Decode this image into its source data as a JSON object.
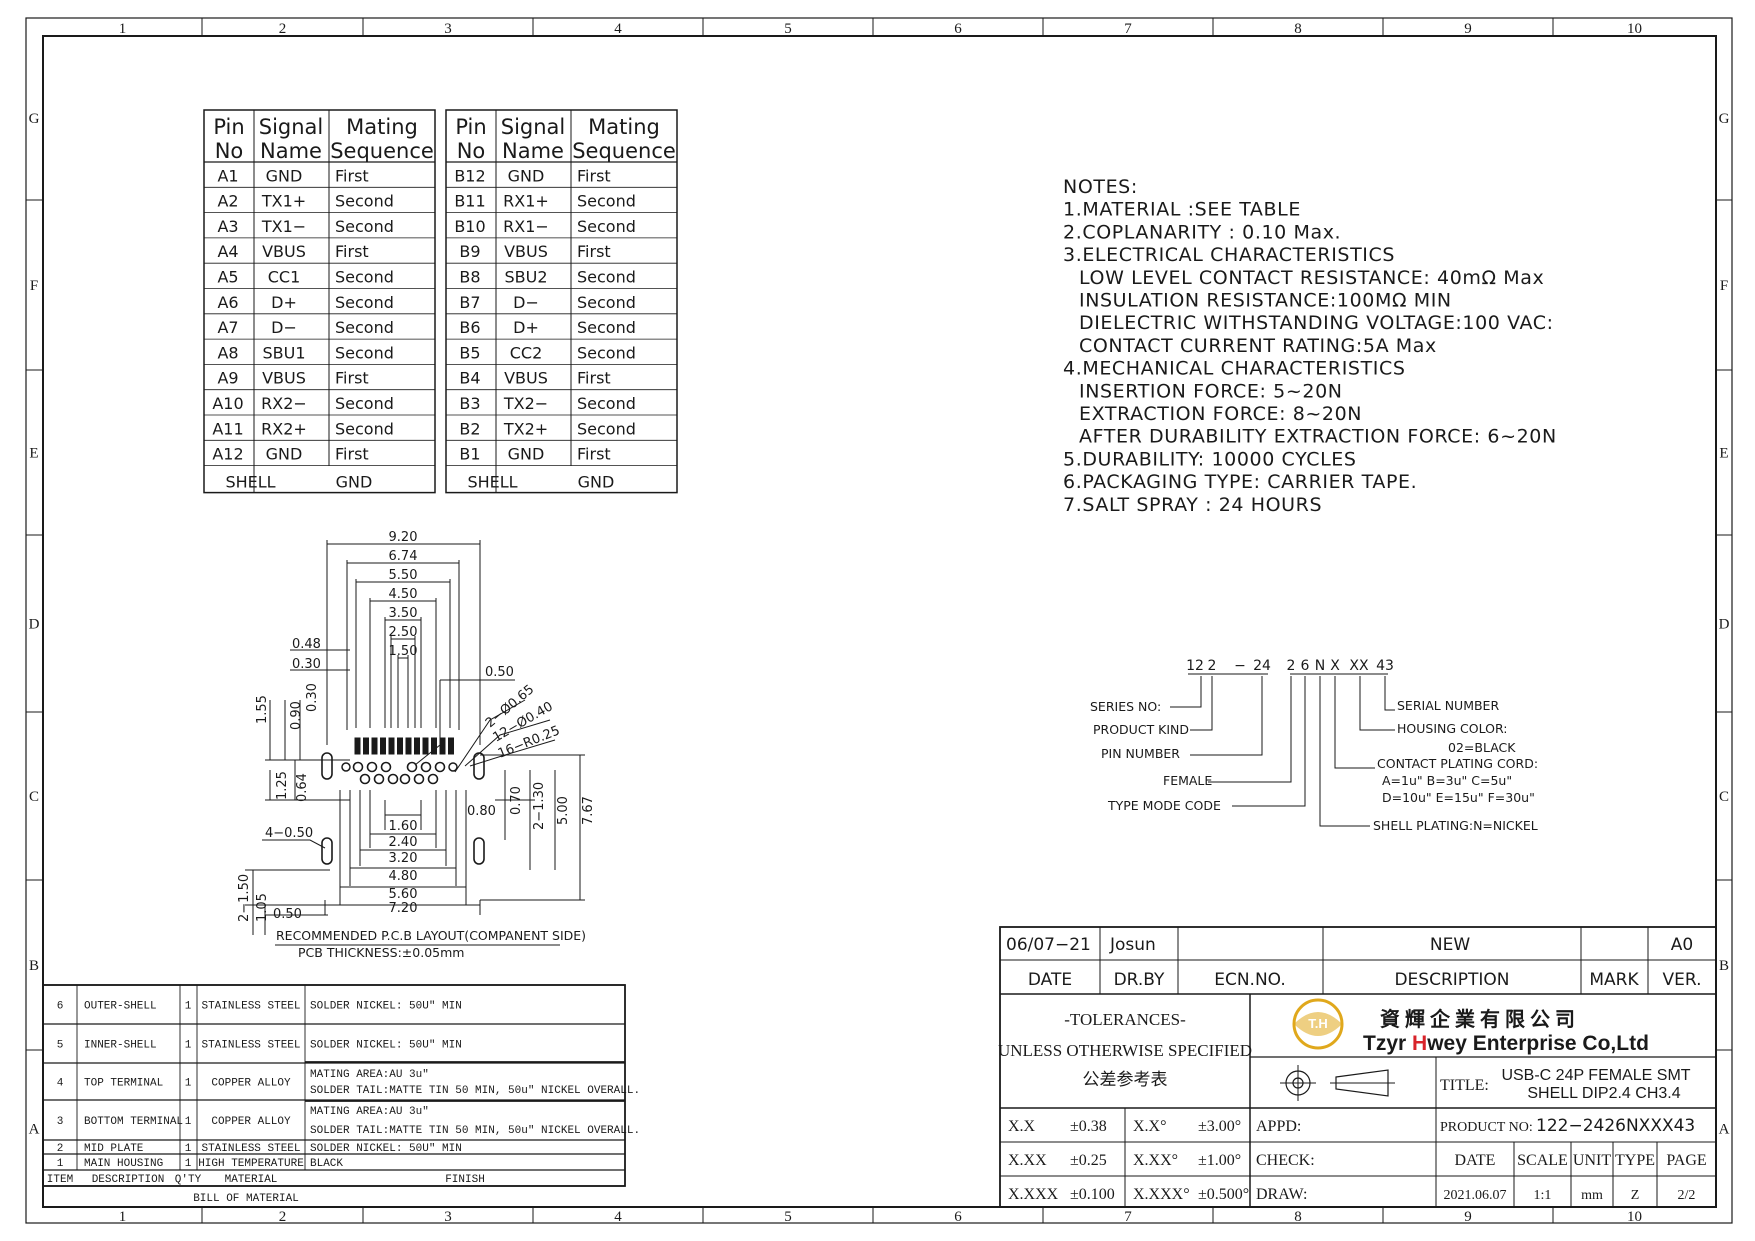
{
  "frame": {
    "cols": [
      "1",
      "2",
      "3",
      "4",
      "5",
      "6",
      "7",
      "8",
      "9",
      "10"
    ],
    "rows": [
      "G",
      "F",
      "E",
      "D",
      "C",
      "B",
      "A"
    ]
  },
  "pin_table": {
    "header": [
      "Pin No",
      "Signal Name",
      "Mating Sequence"
    ],
    "header_line1": [
      "Pin",
      "Signal",
      "Mating"
    ],
    "header_line2": [
      "No",
      "Name",
      "Sequence"
    ],
    "left_rows": [
      [
        "A1",
        "GND",
        "First"
      ],
      [
        "A2",
        "TX1+",
        "Second"
      ],
      [
        "A3",
        "TX1−",
        "Second"
      ],
      [
        "A4",
        "VBUS",
        "First"
      ],
      [
        "A5",
        "CC1",
        "Second"
      ],
      [
        "A6",
        "D+",
        "Second"
      ],
      [
        "A7",
        "D−",
        "Second"
      ],
      [
        "A8",
        "SBU1",
        "Second"
      ],
      [
        "A9",
        "VBUS",
        "First"
      ],
      [
        "A10",
        "RX2−",
        "Second"
      ],
      [
        "A11",
        "RX2+",
        "Second"
      ],
      [
        "A12",
        "GND",
        "First"
      ]
    ],
    "right_rows": [
      [
        "B12",
        "GND",
        "First"
      ],
      [
        "B11",
        "RX1+",
        "Second"
      ],
      [
        "B10",
        "RX1−",
        "Second"
      ],
      [
        "B9",
        "VBUS",
        "First"
      ],
      [
        "B8",
        "SBU2",
        "Second"
      ],
      [
        "B7",
        "D−",
        "Second"
      ],
      [
        "B6",
        "D+",
        "Second"
      ],
      [
        "B5",
        "CC2",
        "Second"
      ],
      [
        "B4",
        "VBUS",
        "First"
      ],
      [
        "B3",
        "TX2−",
        "Second"
      ],
      [
        "B2",
        "TX2+",
        "Second"
      ],
      [
        "B1",
        "GND",
        "First"
      ]
    ],
    "shell_row": [
      "SHELL",
      "GND"
    ]
  },
  "notes": [
    "NOTES:",
    "1.MATERIAL  :SEE  TABLE",
    "2.COPLANARITY  :  0.10  Max.",
    "3.ELECTRICAL  CHARACTERISTICS",
    "LOW  LEVEL  CONTACT  RESISTANCE:  40mΩ  Max",
    "INSULATION  RESISTANCE:100MΩ      MIN",
    "DIELECTRIC  WITHSTANDING  VOLTAGE:100  VAC:",
    "CONTACT  CURRENT  RATING:5A  Max",
    "4.MECHANICAL  CHARACTERISTICS",
    "INSERTION  FORCE:  5~20N",
    "EXTRACTION  FORCE:  8~20N",
    "AFTER  DURABILITY  EXTRACTION  FORCE:  6~20N",
    "5.DURABILITY:  10000  CYCLES",
    "6.PACKAGING  TYPE:  CARRIER  TAPE.",
    "7.SALT  SPRAY  :  24  HOURS"
  ],
  "pcb_layout": {
    "dims_top": [
      "9.20",
      "6.74",
      "5.50",
      "4.50",
      "3.50",
      "2.50",
      "1.50"
    ],
    "dims_misc": [
      "0.48",
      "0.30",
      "0.50",
      "2−Ø0.65",
      "12−Ø0.40",
      "16−R0.25",
      "1.55",
      "0.90",
      "0.30",
      "1.25",
      "0.64",
      "0.80",
      "0.70",
      "2−1.30",
      "5.00",
      "7.67",
      "4−0.50",
      "2−1.50",
      "1.05",
      "0.50"
    ],
    "dims_bottom": [
      "1.60",
      "2.40",
      "3.20",
      "4.80",
      "5.60",
      "7.20"
    ],
    "caption": "RECOMMENDED  P.C.B  LAYOUT(COMPANENT  SIDE)",
    "thickness": "PCB  THICKNESS:±0.05mm"
  },
  "part_code": {
    "code_parts": [
      "12",
      "2",
      "−",
      "24",
      "2",
      "6",
      "N",
      "X",
      "XX",
      "43"
    ],
    "labels_left": [
      "SERIES  NO:",
      "PRODUCT  KIND",
      "PIN  NUMBER",
      "FEMALE",
      "TYPE  MODE  CODE"
    ],
    "labels_right": [
      "SERIAL  NUMBER",
      "HOUSING  COLOR:",
      "02=BLACK",
      "CONTACT  PLATING  CORD:",
      "A=1u\"   B=3u\"   C=5u\"",
      "D=10u\"  E=15u\"  F=30u\"",
      "SHELL  PLATING:N=NICKEL"
    ]
  },
  "bom": {
    "rows": [
      [
        "6",
        "OUTER-SHELL",
        "1",
        "STAINLESS STEEL",
        "SOLDER NICKEL: 50U\" MIN",
        ""
      ],
      [
        "5",
        "INNER-SHELL",
        "1",
        "STAINLESS STEEL",
        "SOLDER NICKEL: 50U\" MIN",
        ""
      ],
      [
        "4",
        "TOP TERMINAL",
        "1",
        "COPPER ALLOY",
        "MATING AREA:AU 3u\"",
        "SOLDER TAIL:MATTE TIN 50 MIN, 50u\" NICKEL OVERALL."
      ],
      [
        "3",
        "BOTTOM TERMINAL",
        "1",
        "COPPER ALLOY",
        "MATING AREA:AU 3u\"",
        "SOLDER TAIL:MATTE TIN 50 MIN, 50u\" NICKEL OVERALL."
      ],
      [
        "2",
        "MID PLATE",
        "1",
        "STAINLESS STEEL",
        "SOLDER NICKEL: 50U\" MIN",
        ""
      ],
      [
        "1",
        "MAIN HOUSING",
        "1",
        "HIGH TEMPERATURE",
        "BLACK",
        ""
      ]
    ],
    "header": [
      "ITEM",
      "DESCRIPTION",
      "Q'TY",
      "MATERIAL",
      "FINISH"
    ],
    "footer": "BILL  OF  MATERIAL"
  },
  "title_block": {
    "rev_date": "06/07−21",
    "rev_by": "Josun",
    "rev_desc": "NEW",
    "rev_ver": "A0",
    "rev_headers": [
      "DATE",
      "DR.BY",
      "ECN.NO.",
      "DESCRIPTION",
      "MARK",
      "VER."
    ],
    "tol_title": "-TOLERANCES-",
    "tol_sub": "UNLESS OTHERWISE SPECIFIED",
    "tol_cn": "公差参考表",
    "company_cn": "資 輝 企 業 有 限 公 司",
    "company_en_1": "Tzyr ",
    "company_en_2": "H",
    "company_en_3": "wey Enterprise Co,Ltd",
    "logo_text": "T.H",
    "title_label": "TITLE:",
    "title_1": "USB-C 24P FEMALE SMT",
    "title_2": "SHELL DIP2.4 CH3.4",
    "product_label": "PRODUCT NO:",
    "product_no": "122−2426NXXX43",
    "tol_rows": [
      [
        "X.X",
        "±0.38",
        "X.X°",
        "±3.00°",
        "APPD:"
      ],
      [
        "X.XX",
        "±0.25",
        "X.XX°",
        "±1.00°",
        "CHECK:"
      ],
      [
        "X.XXX",
        "±0.100",
        "X.XXX°",
        "±0.500°",
        "DRAW:"
      ]
    ],
    "info_headers": [
      "DATE",
      "SCALE",
      "UNIT",
      "TYPE",
      "PAGE"
    ],
    "info_values": [
      "2021.06.07",
      "1:1",
      "mm",
      "Z",
      "2/2"
    ]
  },
  "colors": {
    "ink": "#1a1a1a",
    "logo_gold": "#e0a81c",
    "brand_red": "#d8232a"
  }
}
